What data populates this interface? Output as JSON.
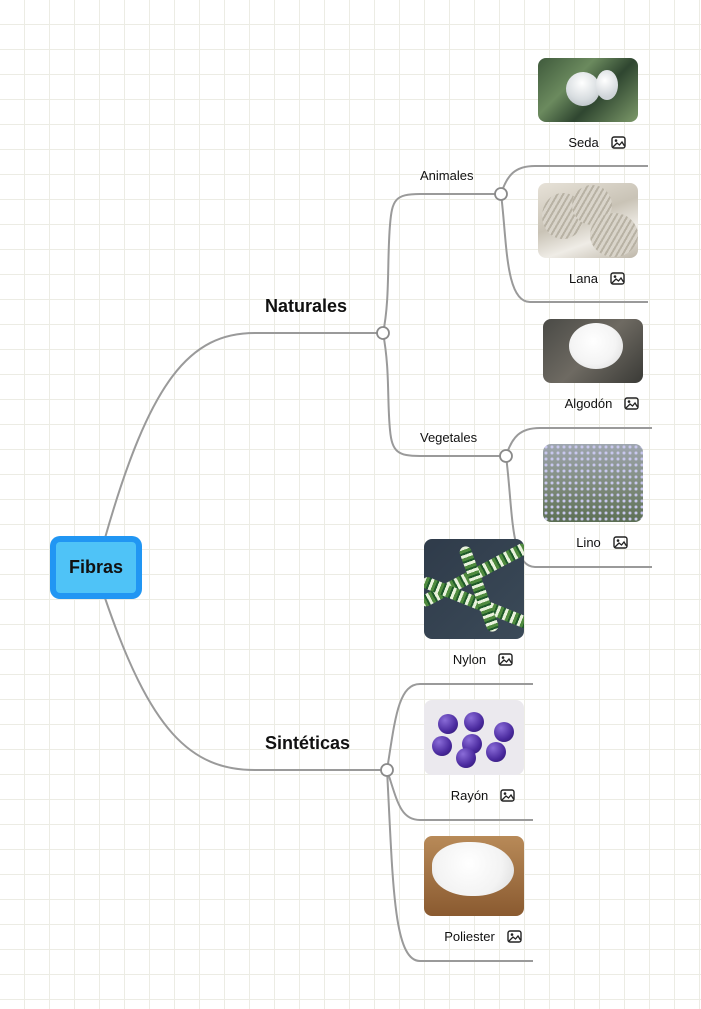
{
  "root": {
    "label": "Fibras"
  },
  "branches": [
    {
      "label": "Naturales",
      "groups": [
        {
          "label": "Animales",
          "items": [
            "Seda",
            "Lana"
          ]
        },
        {
          "label": "Vegetales",
          "items": [
            "Algodón",
            "Lino"
          ]
        }
      ]
    },
    {
      "label": "Sintéticas",
      "items": [
        "Nylon",
        "Rayón",
        "Poliester"
      ]
    }
  ],
  "icons": {
    "leaf_attachment": "image-icon",
    "connector": "circle-handle"
  },
  "colors": {
    "root_outer": "#2196f3",
    "root_inner": "#4fc3f7",
    "connector_line": "#9e9e9e",
    "grid_line": "#ecece4"
  }
}
